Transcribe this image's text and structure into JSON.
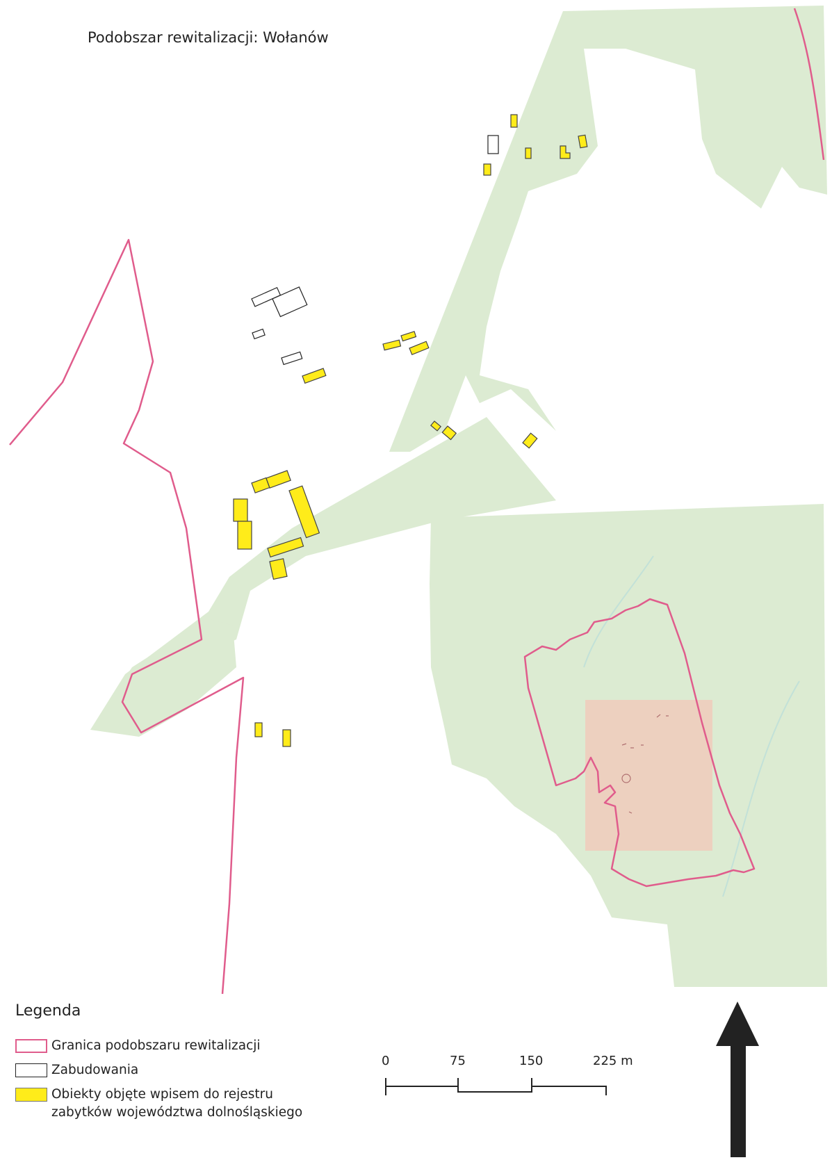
{
  "title": "Podobszar rewitalizacji: Wołanów",
  "legend": {
    "title": "Legenda",
    "items": [
      {
        "label": "Granica podobszaru rewitalizacji",
        "symbol": "boundary-line",
        "color": "#e05c8c"
      },
      {
        "label": "Zabudowania",
        "symbol": "outline-rect",
        "color": "#222222"
      },
      {
        "label": "Obiekty objęte wpisem do rejestru\nzabytków województwa dolnośląskiego",
        "symbol": "filled-rect",
        "color": "#ffec1a"
      }
    ]
  },
  "scale_bar": {
    "labels": [
      "0",
      "75",
      "150",
      "225 m"
    ]
  },
  "north_arrow": {
    "icon": "north-arrow-icon"
  },
  "colors": {
    "forest": "#dcebd2",
    "boundary": "#e05c8c",
    "monument_fill": "#ffec1a",
    "highlight": "#f3c7b8"
  }
}
